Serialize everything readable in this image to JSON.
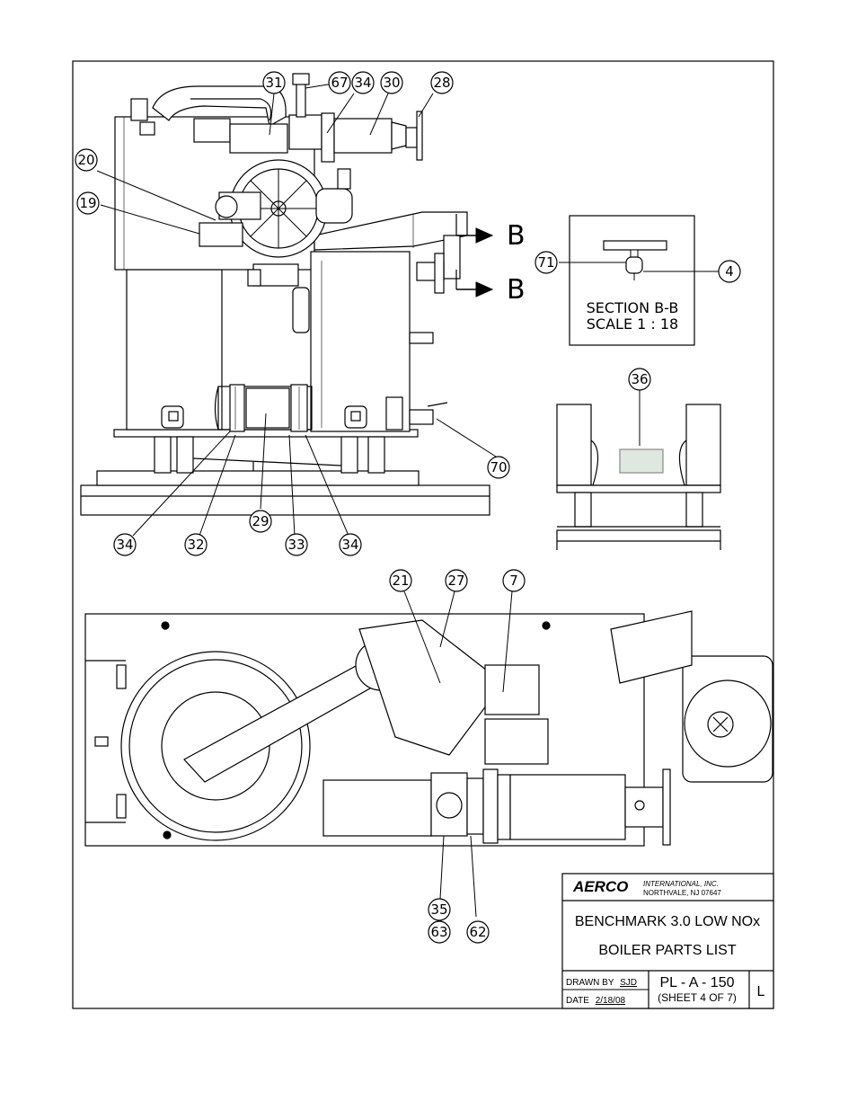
{
  "section": {
    "label_1": "SECTION B-B",
    "label_2": "SCALE 1 : 18",
    "arrow_letter_upper": "B",
    "arrow_letter_lower": "B"
  },
  "balloons": {
    "b31": "31",
    "b67": "67",
    "b34_top": "34",
    "b30": "30",
    "b28": "28",
    "b20": "20",
    "b19": "19",
    "b71": "71",
    "b4": "4",
    "b36": "36",
    "b70": "70",
    "b29": "29",
    "b34_bl": "34",
    "b32": "32",
    "b33": "33",
    "b34_br": "34",
    "b21": "21",
    "b27": "27",
    "b7": "7",
    "b35": "35",
    "b63": "63",
    "b62": "62"
  },
  "title_block": {
    "company": "AERCO",
    "company_line1": "INTERNATIONAL, INC.",
    "company_line2": "NORTHVALE, NJ     07647",
    "title_line1": "BENCHMARK 3.0 LOW NOx",
    "title_line2": "BOILER PARTS LIST",
    "drawn_by_label": "DRAWN BY",
    "drawn_by": "SJD",
    "date_label": "DATE",
    "date": "2/18/08",
    "part_number": "PL - A - 150",
    "sheet": "(SHEET 4 OF 7)",
    "revision": "L"
  }
}
